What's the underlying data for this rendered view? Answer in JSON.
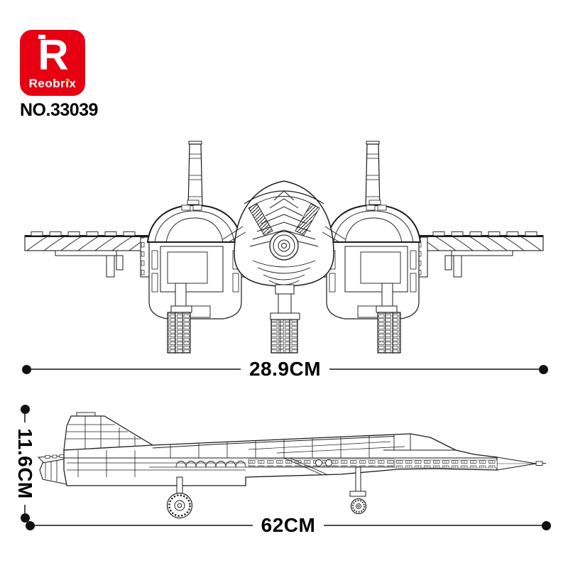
{
  "brand": {
    "logo_letter": "R",
    "logo_name": "Reobrix",
    "red": "#e60012",
    "yellow": "#f6a800"
  },
  "model_number": "NO.33039",
  "dimensions": {
    "front_width": "28.9CM",
    "side_height": "11.6CM",
    "side_length": "62CM"
  },
  "drawings": {
    "front_view": "brick-fighter-jet-front-view-line-drawing",
    "side_view": "brick-fighter-jet-side-view-line-drawing"
  },
  "style": {
    "line_color": "#1b1b1b",
    "background": "#ffffff"
  }
}
